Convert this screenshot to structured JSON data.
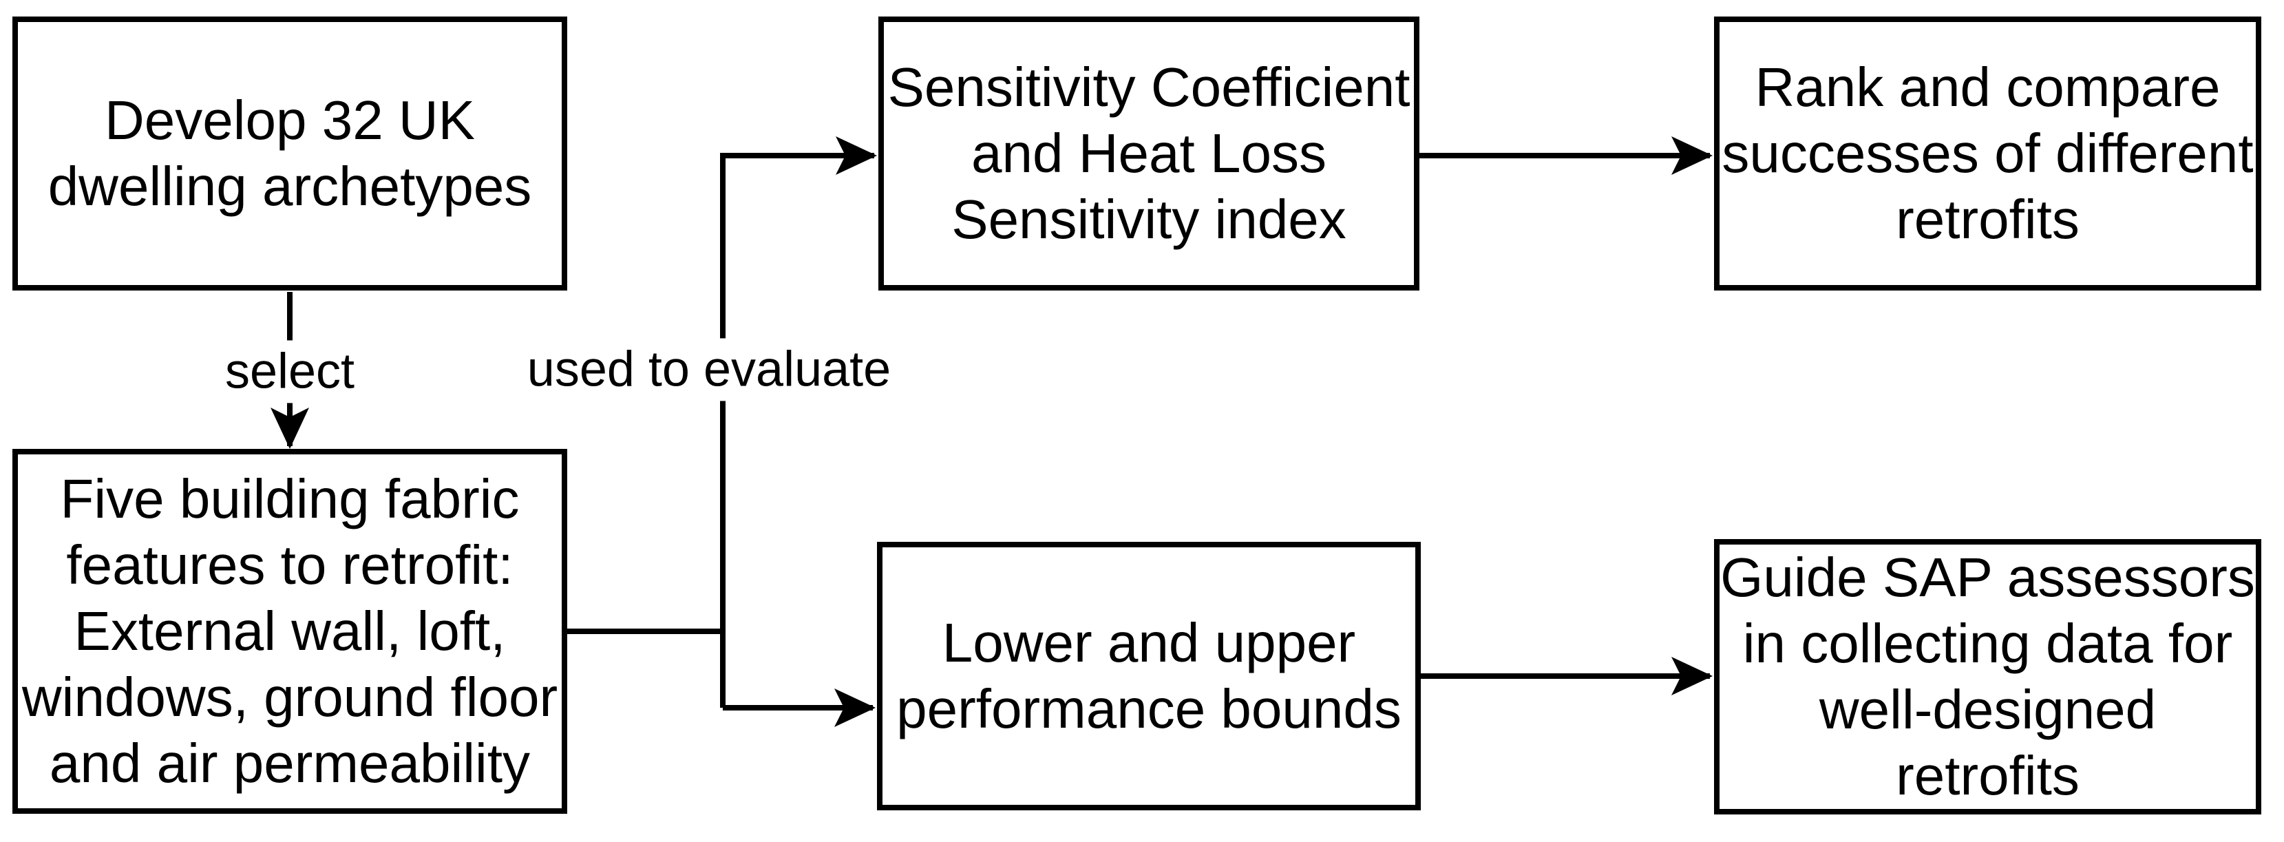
{
  "diagram": {
    "type": "flowchart",
    "colors": {
      "stroke": "#000000",
      "text": "#000000",
      "background": "#ffffff"
    },
    "boxes": {
      "develop_archetypes": {
        "lines": [
          "Develop 32 UK",
          "dwelling archetypes"
        ]
      },
      "fabric_features": {
        "lines": [
          "Five building fabric",
          "features to retrofit:",
          "External wall, loft,",
          "windows, ground floor",
          "and air permeability"
        ]
      },
      "sensitivity_index": {
        "lines": [
          "Sensitivity Coefficient",
          "and Heat Loss",
          "Sensitivity index"
        ]
      },
      "performance_bounds": {
        "lines": [
          "Lower and upper",
          "performance bounds"
        ]
      },
      "rank_compare": {
        "lines": [
          "Rank and compare",
          "successes of different",
          "retrofits"
        ]
      },
      "guide_sap": {
        "lines": [
          "Guide SAP assessors",
          "in collecting data for",
          "well-designed",
          "retrofits"
        ]
      }
    },
    "edge_labels": {
      "select": "select",
      "used_to_evaluate": "used to evaluate"
    },
    "edges": [
      "develop_archetypes -> fabric_features (select)",
      "fabric_features -> sensitivity_index (used to evaluate)",
      "fabric_features -> performance_bounds (used to evaluate)",
      "sensitivity_index -> rank_compare",
      "performance_bounds -> guide_sap"
    ]
  }
}
